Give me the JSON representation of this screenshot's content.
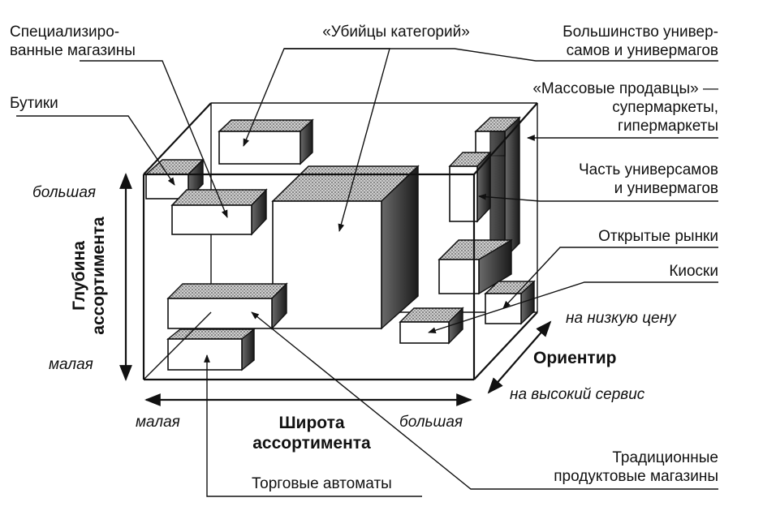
{
  "axes": {
    "depth_title_1": "Глубина",
    "depth_title_2": "ассортимента",
    "depth_high": "большая",
    "depth_low": "малая",
    "width_title_1": "Широта",
    "width_title_2": "ассортимента",
    "width_low": "малая",
    "width_high": "большая",
    "orient_title": "Ориентир",
    "orient_price": "на низкую цену",
    "orient_service": "на высокий сервис"
  },
  "labels": {
    "specialized_1": "Специализиро-",
    "specialized_2": "ванные магазины",
    "category_killers": "«Убийцы категорий»",
    "majority_1": "Большинство универ-",
    "majority_2": "самов и универмагов",
    "boutiques": "Бутики",
    "mass_1": "«Массовые продавцы» —",
    "mass_2": "супермаркеты,",
    "mass_3": "гипермаркеты",
    "part_1": "Часть универсамов",
    "part_2": "и универмагов",
    "open_markets": "Открытые рынки",
    "kiosks": "Киоски",
    "traditional_1": "Традиционные",
    "traditional_2": "продуктовые магазины",
    "vending": "Торговые автоматы"
  }
}
